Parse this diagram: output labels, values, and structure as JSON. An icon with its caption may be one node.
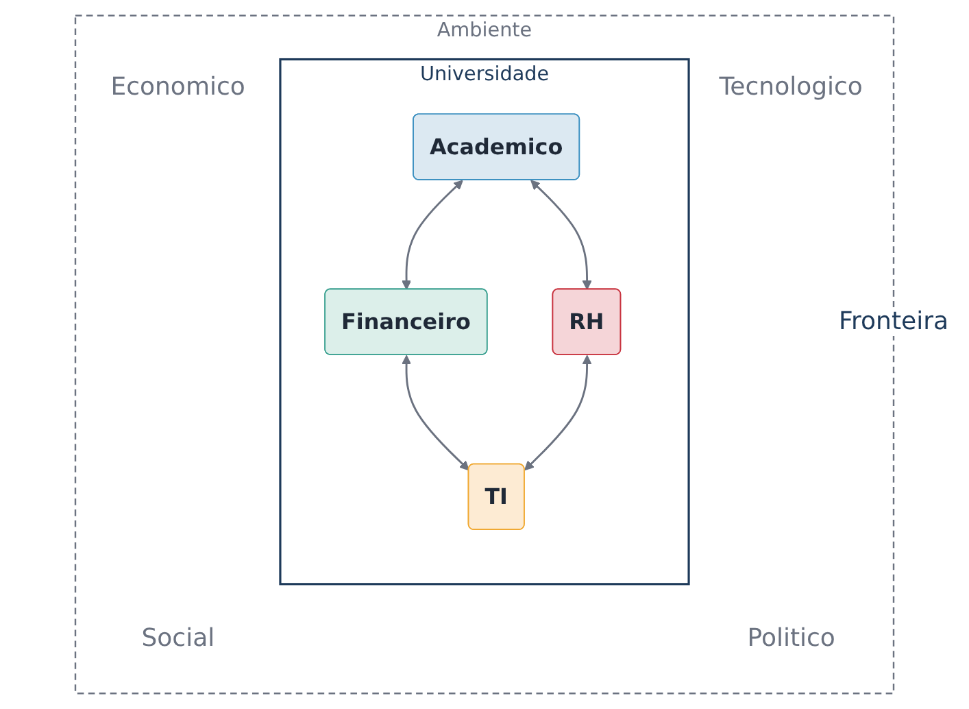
{
  "diagram": {
    "nodes": [
      {
        "text": [
          "Ambiente"
        ]
      },
      {
        "text": [
          "Universidade"
        ],
        "in": 0
      },
      {
        "text": [
          "Academico"
        ],
        "in": 1
      },
      {
        "text": [
          "Financeiro"
        ],
        "in": 1
      },
      {
        "text": [
          "RH"
        ],
        "in": 1
      },
      {
        "text": [
          "TI"
        ],
        "in": 1
      }
    ],
    "edges": [
      {
        "from": 2,
        "to": 3,
        "arrow": "both"
      },
      {
        "from": 2,
        "to": 4,
        "arrow": "both"
      },
      {
        "from": 3,
        "to": 5,
        "arrow": "both"
      },
      {
        "from": 4,
        "to": 5,
        "arrow": "both"
      }
    ],
    "labels": [
      "Economico",
      "Tecnologico",
      "Fronteira",
      "Social",
      "Politico"
    ]
  }
}
